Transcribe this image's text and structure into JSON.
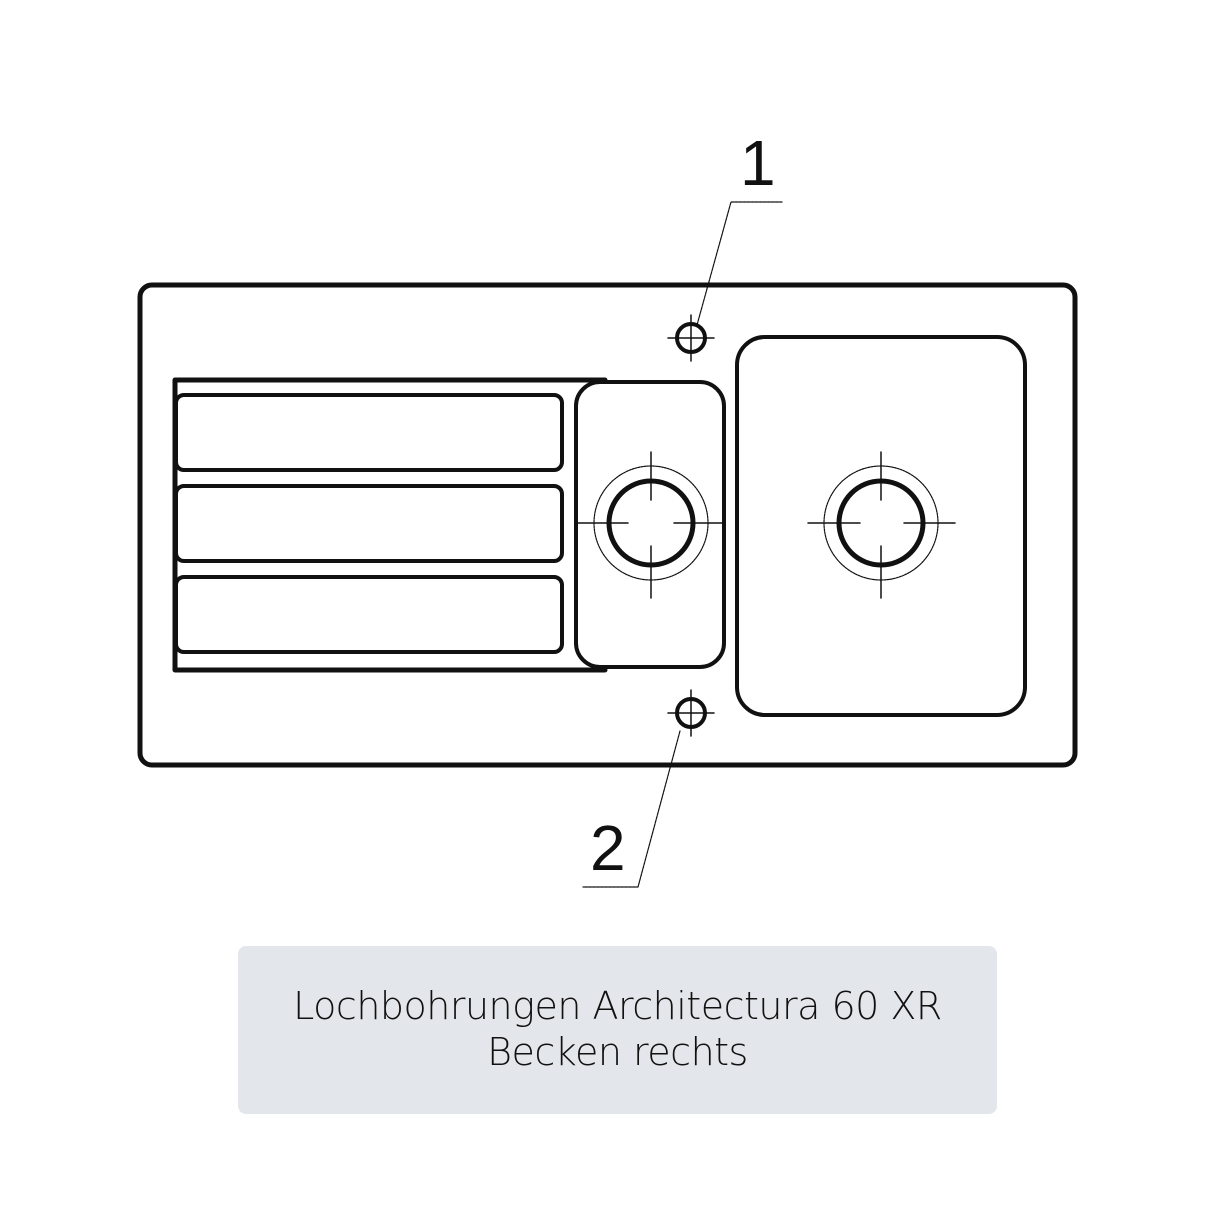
{
  "diagram": {
    "type": "technical drawing",
    "subject": "kitchen sink top view with drainboard, small bowl and main bowl",
    "callouts": [
      {
        "id": "1",
        "label": "1",
        "target": "tap hole upper"
      },
      {
        "id": "2",
        "label": "2",
        "target": "tap hole lower"
      }
    ],
    "line_color": "#111111"
  },
  "caption": {
    "line1": "Lochbohrungen Architectura 60 XR",
    "line2": "Becken rechts",
    "background": "#e3e6ea"
  }
}
